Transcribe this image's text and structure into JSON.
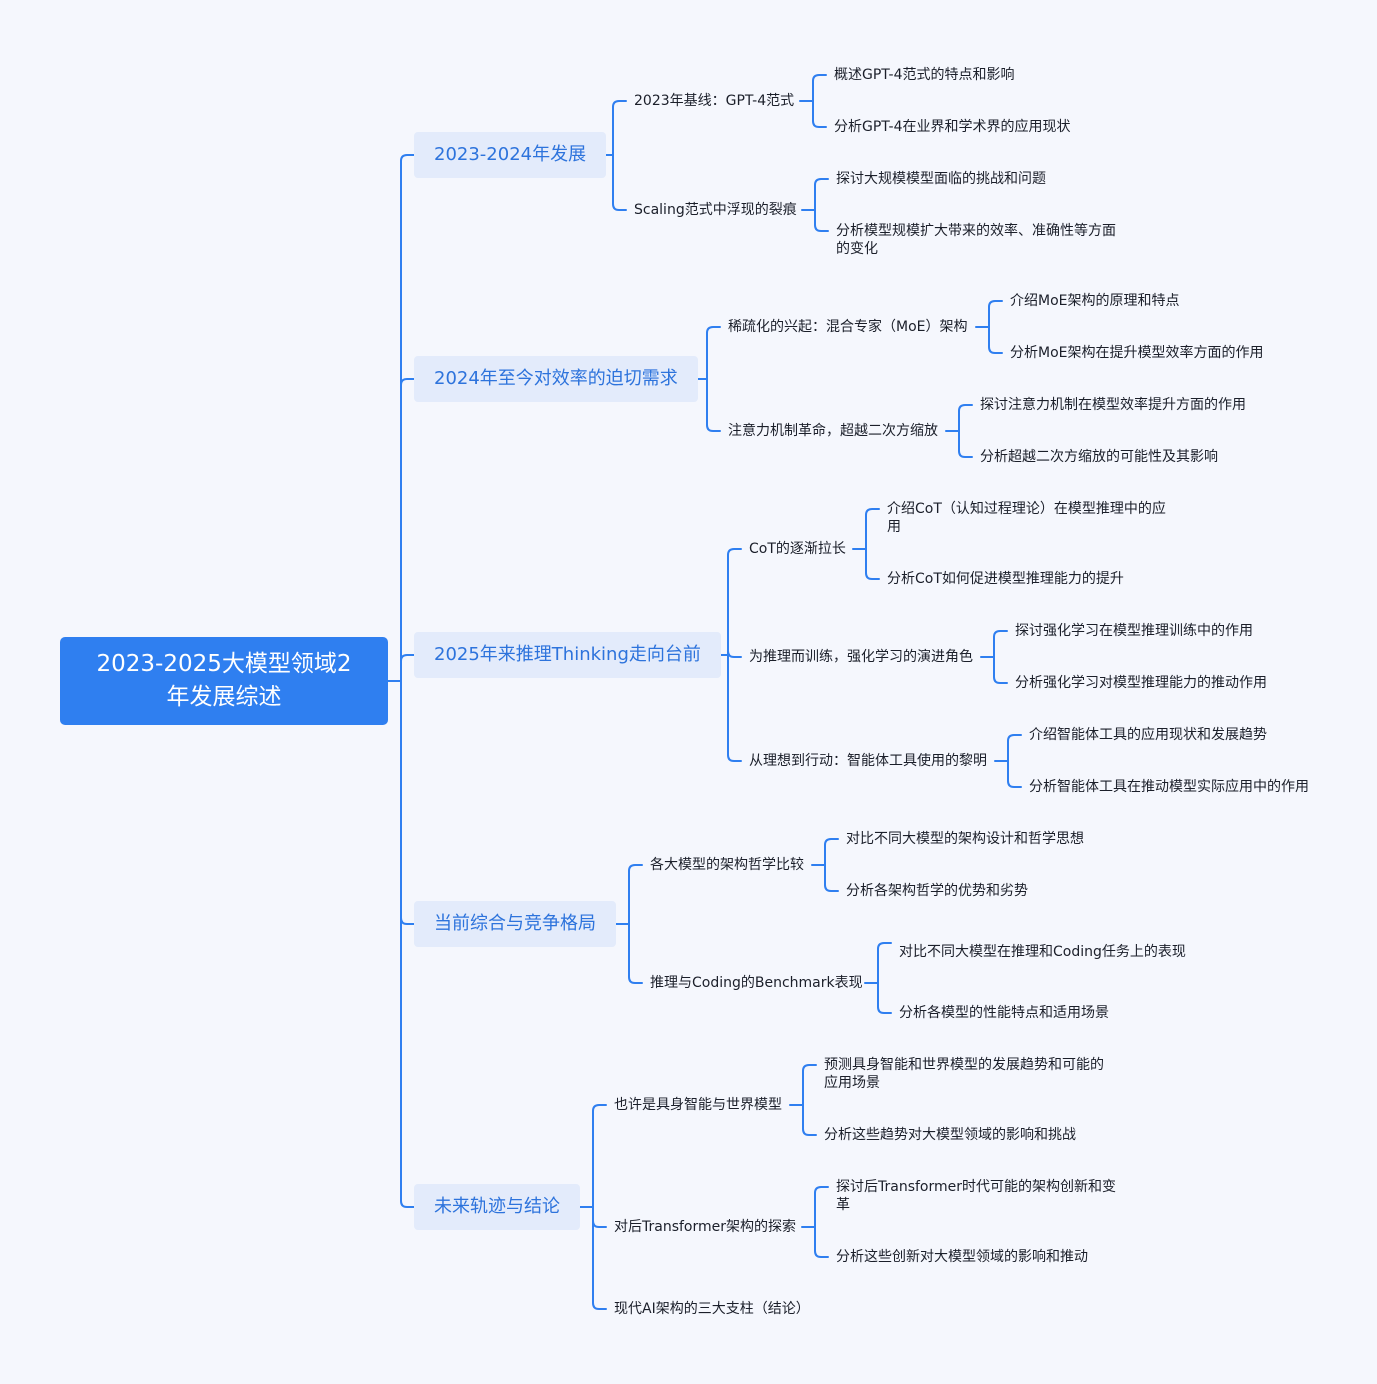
{
  "root": "2023-2025大模型领域2年发展综述",
  "branches": [
    {
      "label": "2023-2024年发展",
      "children": [
        {
          "label": "2023年基线：GPT-4范式",
          "children": [
            "概述GPT-4范式的特点和影响",
            "分析GPT-4在业界和学术界的应用现状"
          ]
        },
        {
          "label": "Scaling范式中浮现的裂痕",
          "children": [
            "探讨大规模模型面临的挑战和问题",
            "分析模型规模扩大带来的效率、准确性等方面的变化"
          ]
        }
      ]
    },
    {
      "label": "2024年至今对效率的迫切需求",
      "children": [
        {
          "label": "稀疏化的兴起：混合专家（MoE）架构",
          "children": [
            "介绍MoE架构的原理和特点",
            "分析MoE架构在提升模型效率方面的作用"
          ]
        },
        {
          "label": "注意力机制革命，超越二次方缩放",
          "children": [
            "探讨注意力机制在模型效率提升方面的作用",
            "分析超越二次方缩放的可能性及其影响"
          ]
        }
      ]
    },
    {
      "label": "2025年来推理Thinking走向台前",
      "children": [
        {
          "label": "CoT的逐渐拉长",
          "children": [
            "介绍CoT（认知过程理论）在模型推理中的应用",
            "分析CoT如何促进模型推理能力的提升"
          ]
        },
        {
          "label": "为推理而训练，强化学习的演进角色",
          "children": [
            "探讨强化学习在模型推理训练中的作用",
            "分析强化学习对模型推理能力的推动作用"
          ]
        },
        {
          "label": "从理想到行动：智能体工具使用的黎明",
          "children": [
            "介绍智能体工具的应用现状和发展趋势",
            "分析智能体工具在推动模型实际应用中的作用"
          ]
        }
      ]
    },
    {
      "label": "当前综合与竞争格局",
      "children": [
        {
          "label": "各大模型的架构哲学比较",
          "children": [
            "对比不同大模型的架构设计和哲学思想",
            "分析各架构哲学的优势和劣势"
          ]
        },
        {
          "label": "推理与Coding的Benchmark表现",
          "children": [
            "对比不同大模型在推理和Coding任务上的表现",
            "分析各模型的性能特点和适用场景"
          ]
        }
      ]
    },
    {
      "label": "未来轨迹与结论",
      "children": [
        {
          "label": "也许是具身智能与世界模型",
          "children": [
            "预测具身智能和世界模型的发展趋势和可能的应用场景",
            "分析这些趋势对大模型领域的影响和挑战"
          ]
        },
        {
          "label": "对后Transformer架构的探索",
          "children": [
            "探讨后Transformer时代可能的架构创新和变革",
            "分析这些创新对大模型领域的影响和推动"
          ]
        },
        {
          "label": "现代AI架构的三大支柱（结论）",
          "children": []
        }
      ]
    }
  ]
}
